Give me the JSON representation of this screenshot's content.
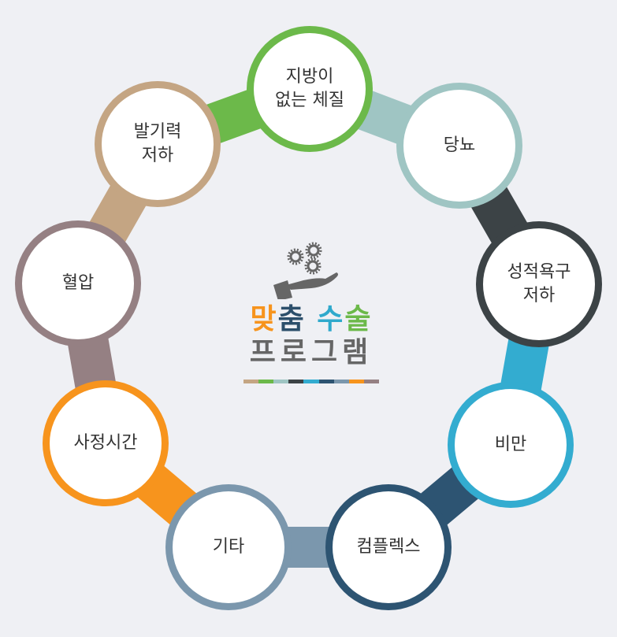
{
  "nodes": [
    {
      "label": "지방이\n없는 체질",
      "color": "#6cb94a"
    },
    {
      "label": "당뇨",
      "color": "#9fc5c3"
    },
    {
      "label": "성적욕구\n저하",
      "color": "#3c4346"
    },
    {
      "label": "비만",
      "color": "#33acd0"
    },
    {
      "label": "컴플렉스",
      "color": "#2d5472"
    },
    {
      "label": "기타",
      "color": "#7b97ad"
    },
    {
      "label": "사정시간",
      "color": "#f7941d"
    },
    {
      "label": "혈압",
      "color": "#958083"
    },
    {
      "label": "발기력\n저하",
      "color": "#c4a583"
    }
  ],
  "center": {
    "title_chars": [
      {
        "text": "맞",
        "color": "#f7941d"
      },
      {
        "text": "춤",
        "color": "#2c4f6b"
      },
      {
        "text": " ",
        "color": "#000000"
      },
      {
        "text": "수",
        "color": "#2fa9cc"
      },
      {
        "text": "술",
        "color": "#6cb94a"
      }
    ],
    "subtitle": "프로그램",
    "icon": "hand-with-gears-icon",
    "bar_colors": [
      "#c4a583",
      "#6cb94a",
      "#9fc5c3",
      "#3c4346",
      "#33acd0",
      "#2d5472",
      "#7b97ad",
      "#f7941d",
      "#958083"
    ]
  }
}
